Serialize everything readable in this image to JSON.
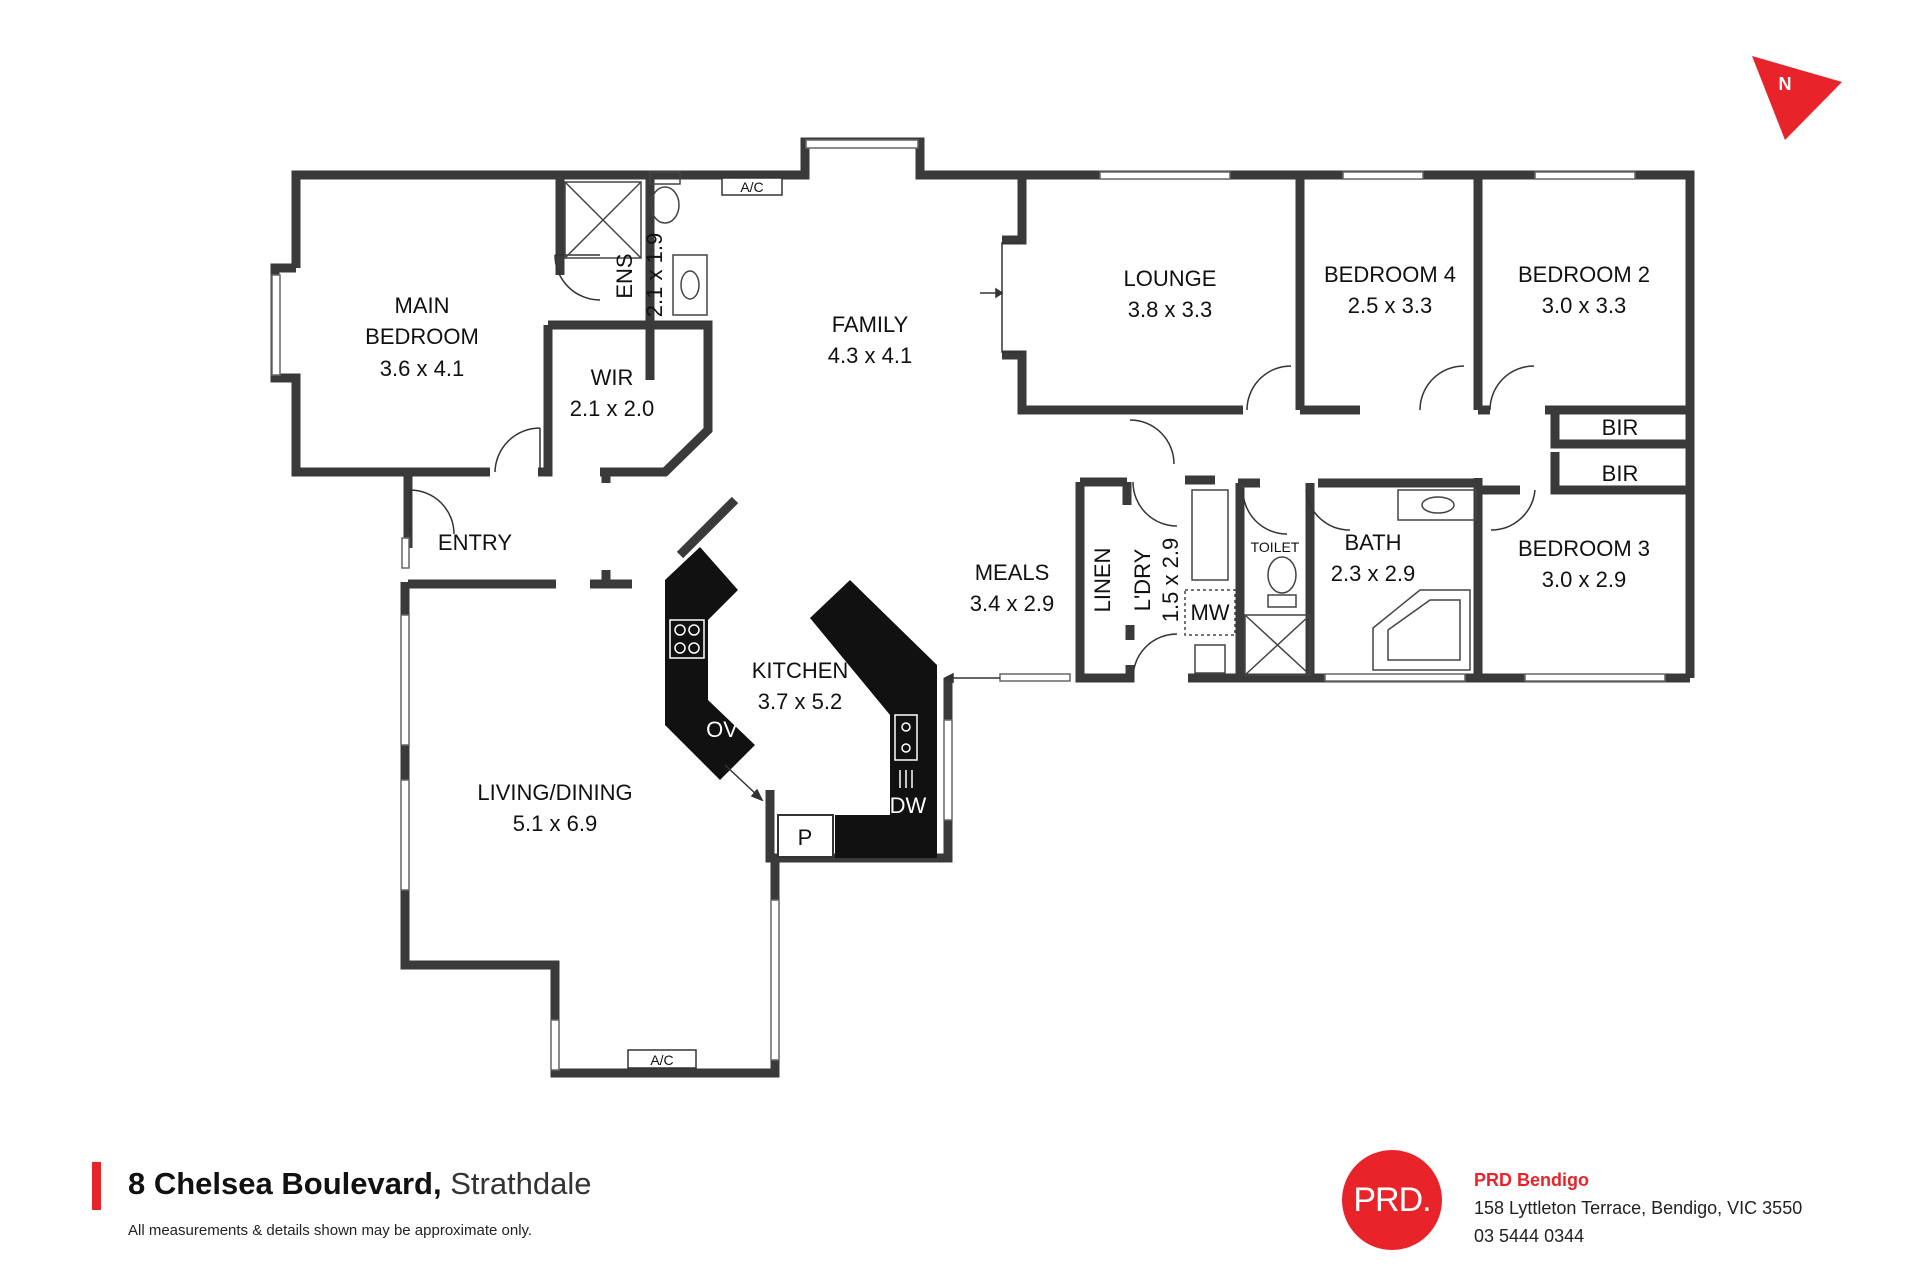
{
  "rooms": {
    "main_bedroom": {
      "name1": "MAIN",
      "name2": "BEDROOM",
      "size": "3.6 x 4.1"
    },
    "ens": {
      "name": "ENS",
      "size": "2.1 x 1.9"
    },
    "wir": {
      "name": "WIR",
      "size": "2.1 x 2.0"
    },
    "family": {
      "name": "FAMILY",
      "size": "4.3 x 4.1"
    },
    "lounge": {
      "name": "LOUNGE",
      "size": "3.8 x 3.3"
    },
    "bedroom4": {
      "name": "BEDROOM 4",
      "size": "2.5 x 3.3"
    },
    "bedroom2": {
      "name": "BEDROOM 2",
      "size": "3.0 x 3.3"
    },
    "bir_top": {
      "name": "BIR"
    },
    "bir_bottom": {
      "name": "BIR"
    },
    "bedroom3": {
      "name": "BEDROOM 3",
      "size": "3.0 x 2.9"
    },
    "bath": {
      "name": "BATH",
      "size": "2.3 x 2.9"
    },
    "toilet": {
      "name": "TOILET"
    },
    "laundry": {
      "name": "L'DRY",
      "size": "1.5 x 2.9"
    },
    "linen": {
      "name": "LINEN"
    },
    "meals": {
      "name": "MEALS",
      "size": "3.4 x 2.9"
    },
    "kitchen": {
      "name": "KITCHEN",
      "size": "3.7 x 5.2"
    },
    "entry": {
      "name": "ENTRY"
    },
    "living": {
      "name": "LIVING/DINING",
      "size": "5.1 x 6.9"
    }
  },
  "fixtures": {
    "ac_top": "A/C",
    "ac_bottom": "A/C",
    "oven": "OV",
    "dishwasher": "DW",
    "pantry": "P",
    "microwave": "MW"
  },
  "compass": {
    "label": "N"
  },
  "property": {
    "street": "8 Chelsea Boulevard,",
    "suburb": "Strathdale",
    "disclaimer": "All measurements & details shown may be approximate only."
  },
  "agency": {
    "logo_text": "PRD.",
    "name": "PRD Bendigo",
    "address": "158 Lyttleton Terrace, Bendigo, VIC 3550",
    "phone": "03 5444 0344"
  },
  "colors": {
    "accent": "#e8242a",
    "wall": "#3a3a3a",
    "bench": "#111111"
  }
}
